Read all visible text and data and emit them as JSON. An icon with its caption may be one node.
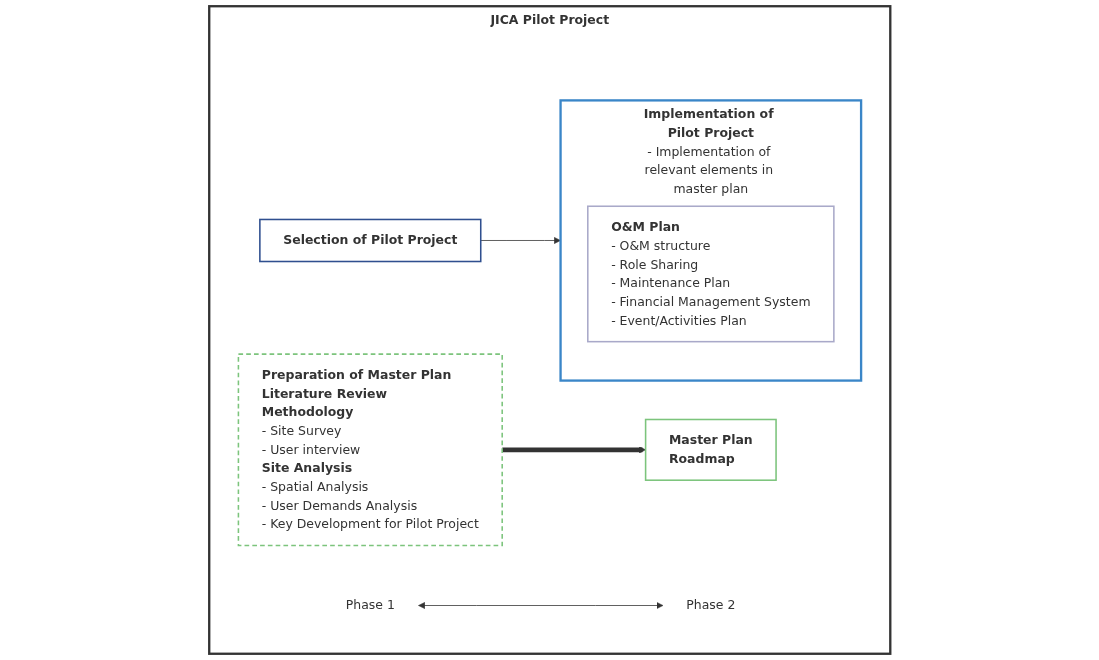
{
  "diagram": {
    "nodes": [
      {
        "text": [
          "JICA Pilot Project"
        ]
      },
      {
        "text": [
          "Preparation of Master Plan",
          "Literature Review",
          "Methodology",
          "- Site Survey",
          "- User interview",
          "Site Analysis",
          "- Spatial Analysis",
          "- User Demands Analysis",
          "- Key Development for Pilot Project"
        ],
        "in": 0
      },
      {
        "text": [
          "Master Plan",
          "Roadmap"
        ],
        "in": 0
      },
      {
        "text": [
          "Selection of Pilot Project"
        ],
        "in": 0
      },
      {
        "text": [
          "Implementation of Pilot Project",
          "- Implementation of relevant elements in master plan"
        ],
        "in": 0
      },
      {
        "text": [
          "O&M Plan",
          "- O&M structure",
          "- Role Sharing",
          "- Maintenance Plan",
          "- Financial Management System",
          "- Event/Activities Plan"
        ],
        "in": 4
      },
      {
        "text": [
          "Phase 1"
        ],
        "in": 0
      },
      {
        "text": [
          "Phase 2"
        ],
        "in": 0
      }
    ],
    "edges": [
      {
        "from": 1,
        "to": 2,
        "arrow": "to",
        "style": "thick"
      },
      {
        "from": 3,
        "to": 4,
        "arrow": "to"
      },
      {
        "from": 6,
        "to": 7,
        "arrow": "both"
      }
    ]
  }
}
